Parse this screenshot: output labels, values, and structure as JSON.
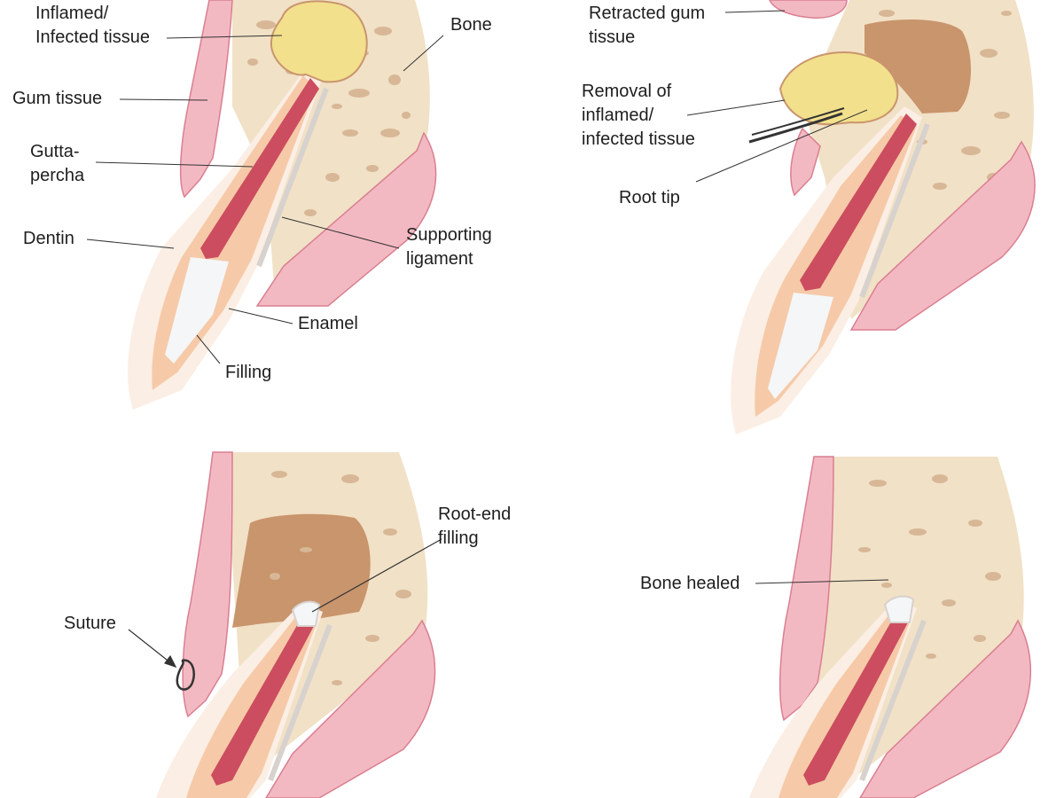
{
  "colors": {
    "bone_fill": "#f1e1c6",
    "bone_pore": "#d7b796",
    "gum_fill": "#f3b9c2",
    "gum_edge": "#d97f91",
    "dentin": "#f6caa8",
    "enamel": "#fbeee4",
    "filling": "#f5f6f8",
    "gutta_percha": "#cc4d5f",
    "ligament": "#d8d2ce",
    "infected_tissue": "#f2e08c",
    "cavity": "#c9956d",
    "leader_line": "#333333"
  },
  "panels": {
    "top_left": {
      "labels": {
        "inflamed": [
          "Inflamed/",
          "Infected tissue"
        ],
        "bone": [
          "Bone"
        ],
        "gum_tissue": [
          "Gum tissue"
        ],
        "gutta_percha": [
          "Gutta-",
          "percha"
        ],
        "dentin": [
          "Dentin"
        ],
        "supporting_ligament": [
          "Supporting",
          "ligament"
        ],
        "enamel": [
          "Enamel"
        ],
        "filling": [
          "Filling"
        ]
      }
    },
    "top_right": {
      "labels": {
        "retracted_gum": [
          "Retracted gum",
          "tissue"
        ],
        "removal": [
          "Removal of",
          "inflamed/",
          "infected tissue"
        ],
        "root_tip": [
          "Root tip"
        ]
      }
    },
    "bottom_left": {
      "labels": {
        "root_end_filling": [
          "Root-end",
          "filling"
        ],
        "suture": [
          "Suture"
        ]
      }
    },
    "bottom_right": {
      "labels": {
        "bone_healed": [
          "Bone healed"
        ]
      }
    }
  }
}
